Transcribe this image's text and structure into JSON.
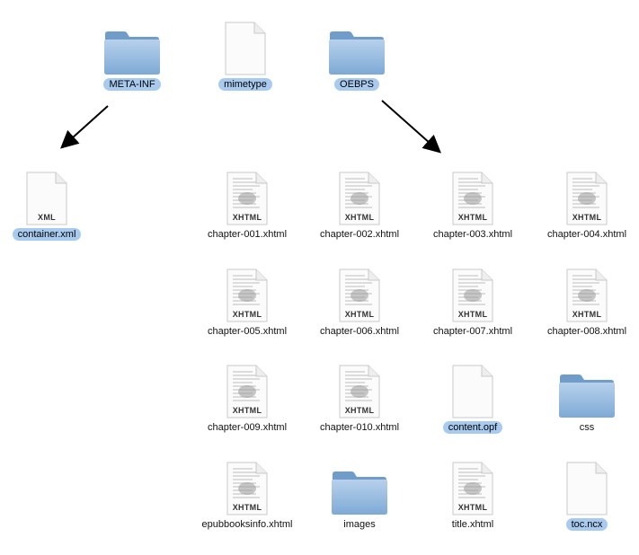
{
  "top_row": [
    {
      "name": "META-INF",
      "kind": "folder",
      "selected": true
    },
    {
      "name": "mimetype",
      "kind": "file",
      "selected": true
    },
    {
      "name": "OEBPS",
      "kind": "folder",
      "selected": true
    }
  ],
  "container": {
    "name": "container.xml",
    "kind": "file",
    "badge": "XML",
    "selected": true
  },
  "oebps_items": [
    {
      "name": "chapter-001.xhtml",
      "kind": "doc",
      "badge": "XHTML",
      "selected": false
    },
    {
      "name": "chapter-002.xhtml",
      "kind": "doc",
      "badge": "XHTML",
      "selected": false
    },
    {
      "name": "chapter-003.xhtml",
      "kind": "doc",
      "badge": "XHTML",
      "selected": false
    },
    {
      "name": "chapter-004.xhtml",
      "kind": "doc",
      "badge": "XHTML",
      "selected": false
    },
    {
      "name": "chapter-005.xhtml",
      "kind": "doc",
      "badge": "XHTML",
      "selected": false
    },
    {
      "name": "chapter-006.xhtml",
      "kind": "doc",
      "badge": "XHTML",
      "selected": false
    },
    {
      "name": "chapter-007.xhtml",
      "kind": "doc",
      "badge": "XHTML",
      "selected": false
    },
    {
      "name": "chapter-008.xhtml",
      "kind": "doc",
      "badge": "XHTML",
      "selected": false
    },
    {
      "name": "chapter-009.xhtml",
      "kind": "doc",
      "badge": "XHTML",
      "selected": false
    },
    {
      "name": "chapter-010.xhtml",
      "kind": "doc",
      "badge": "XHTML",
      "selected": false
    },
    {
      "name": "content.opf",
      "kind": "file",
      "badge": "",
      "selected": true
    },
    {
      "name": "css",
      "kind": "folder",
      "selected": false
    },
    {
      "name": "epubbooksinfo.xhtml",
      "kind": "doc",
      "badge": "XHTML",
      "selected": false
    },
    {
      "name": "images",
      "kind": "folder",
      "selected": false
    },
    {
      "name": "title.xhtml",
      "kind": "doc",
      "badge": "XHTML",
      "selected": false
    },
    {
      "name": "toc.ncx",
      "kind": "file",
      "badge": "",
      "selected": true
    }
  ],
  "colors": {
    "folder": "#8fb6dc",
    "folder_dark": "#6f9cc9",
    "selection": "#a9caef"
  }
}
